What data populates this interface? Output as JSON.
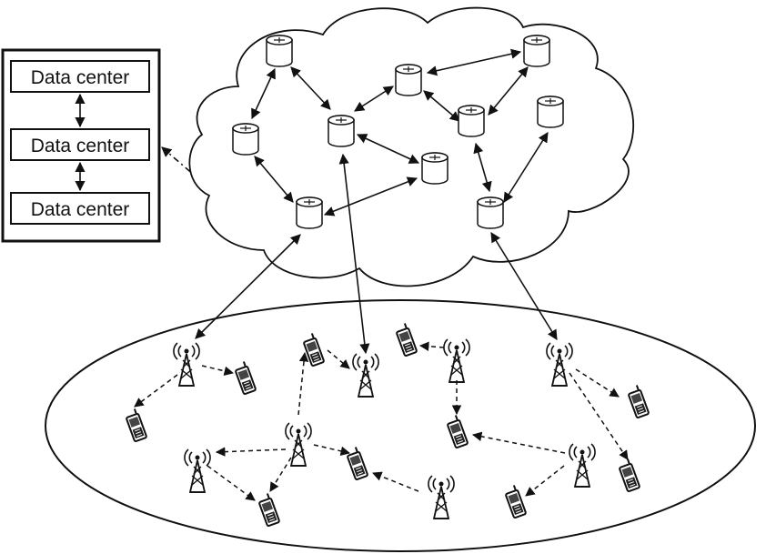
{
  "data_centers": [
    {
      "label": "Data center"
    },
    {
      "label": "Data center"
    },
    {
      "label": "Data center"
    }
  ],
  "routers": [
    {
      "id": "r1",
      "icon": "router-icon"
    },
    {
      "id": "r2",
      "icon": "router-icon"
    },
    {
      "id": "r3",
      "icon": "router-icon"
    },
    {
      "id": "r4",
      "icon": "router-icon"
    },
    {
      "id": "r5",
      "icon": "router-icon"
    },
    {
      "id": "r6",
      "icon": "router-icon"
    },
    {
      "id": "r7",
      "icon": "router-icon"
    },
    {
      "id": "r8",
      "icon": "router-icon"
    },
    {
      "id": "r9",
      "icon": "router-icon"
    },
    {
      "id": "r10",
      "icon": "router-icon"
    }
  ],
  "base_station_icon": "cell-tower-icon",
  "phone_icon": "mobile-phone-icon",
  "colors": {
    "stroke": "#111111",
    "background": "#ffffff"
  }
}
